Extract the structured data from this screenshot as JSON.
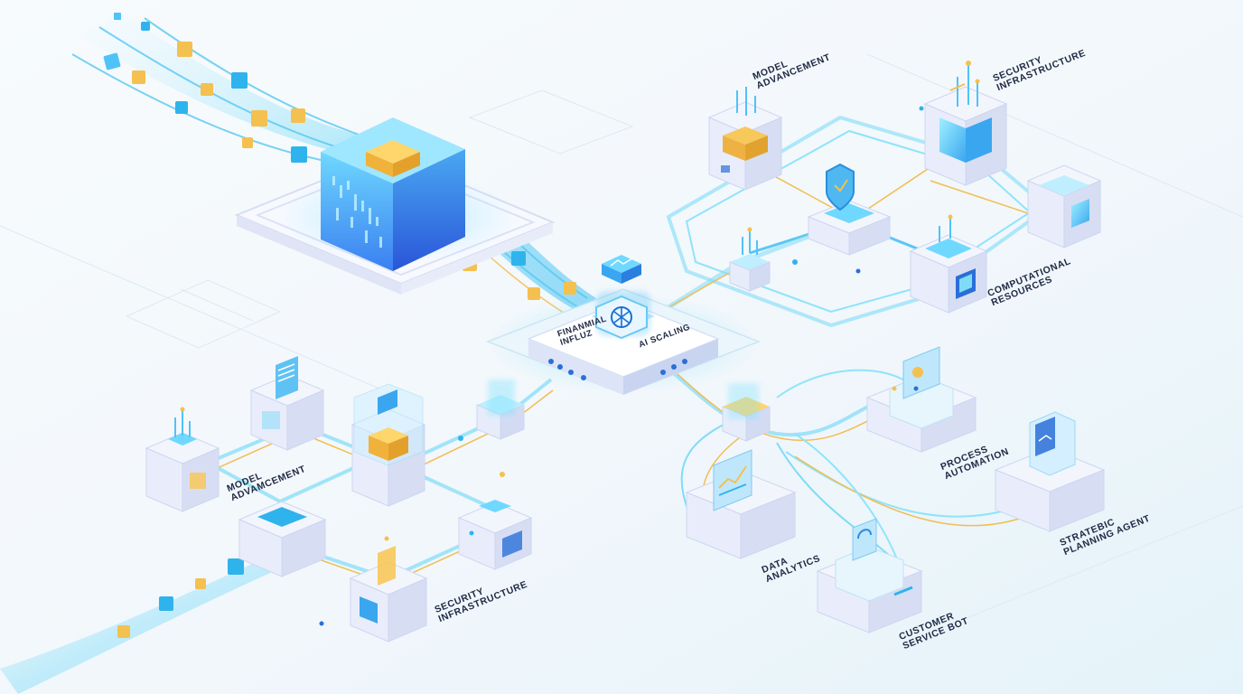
{
  "hub": {
    "label_left_line1": "FINANMIAL",
    "label_left_line2": "INFLUZ",
    "label_right": "AI SCALING",
    "icon": "openai-knot-icon",
    "top_icon": "rising-chart-icon"
  },
  "labels": {
    "model_adv_top": [
      "MODEL",
      "ADVANCEMENT"
    ],
    "security_top": [
      "SECURITY",
      "INFRASTRUCTURE"
    ],
    "computational": [
      "COMPUTATIONAL",
      "RESOURCES"
    ],
    "model_adv_left": [
      "MODEL",
      "ADVAMCEMENT"
    ],
    "security_left": [
      "SECURITY",
      "INFRASTRUCTURE"
    ],
    "process": [
      "PROCESS",
      "AUTOMATION"
    ],
    "data": [
      "DATA",
      "ANALYTICS"
    ],
    "strategic": [
      "STRATEBIC",
      "PLANNING AGENT"
    ],
    "customer": [
      "CUSTOMER",
      "SERVICE BOT"
    ]
  },
  "icons": [
    "shield-icon",
    "document-icon",
    "chip-icon",
    "gear-icon",
    "chart-icon",
    "headset-icon"
  ],
  "colors": {
    "background": "#f2f8fc",
    "node_face": "#eef1fb",
    "node_side": "#d5dcf3",
    "cyan_glow": "#5fd0f0",
    "cyan_deep": "#2a9fe6",
    "gold": "#f3bf48",
    "text": "#1f2a44"
  }
}
